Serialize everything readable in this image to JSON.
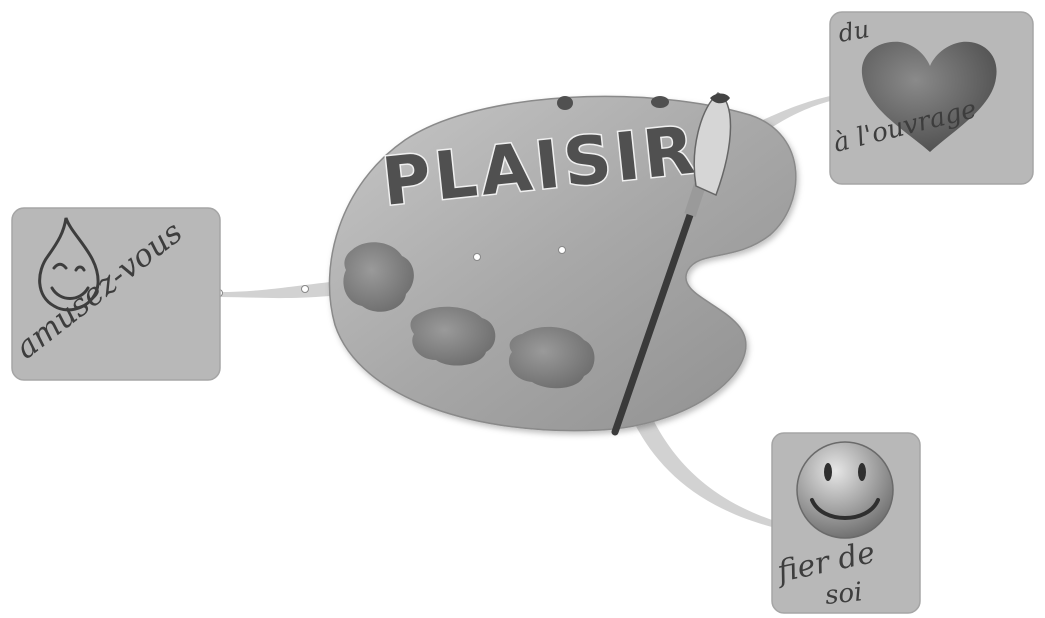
{
  "central": {
    "title": "PLAISIR"
  },
  "branches": [
    {
      "id": "amusez",
      "lines": [
        "amusez-vous"
      ],
      "icon": "smiling-drop-icon"
    },
    {
      "id": "coeur",
      "lines": [
        "du",
        "à l'ouvrage"
      ],
      "icon": "heart-icon"
    },
    {
      "id": "fier",
      "lines": [
        "fier de",
        "soi"
      ],
      "icon": "smiley-icon"
    }
  ],
  "colors": {
    "background": "#ffffff",
    "card": "#b8b8b8",
    "palette": "#a3a3a3",
    "ink": "#3d3d3d",
    "connector": "#d2d2d2"
  }
}
